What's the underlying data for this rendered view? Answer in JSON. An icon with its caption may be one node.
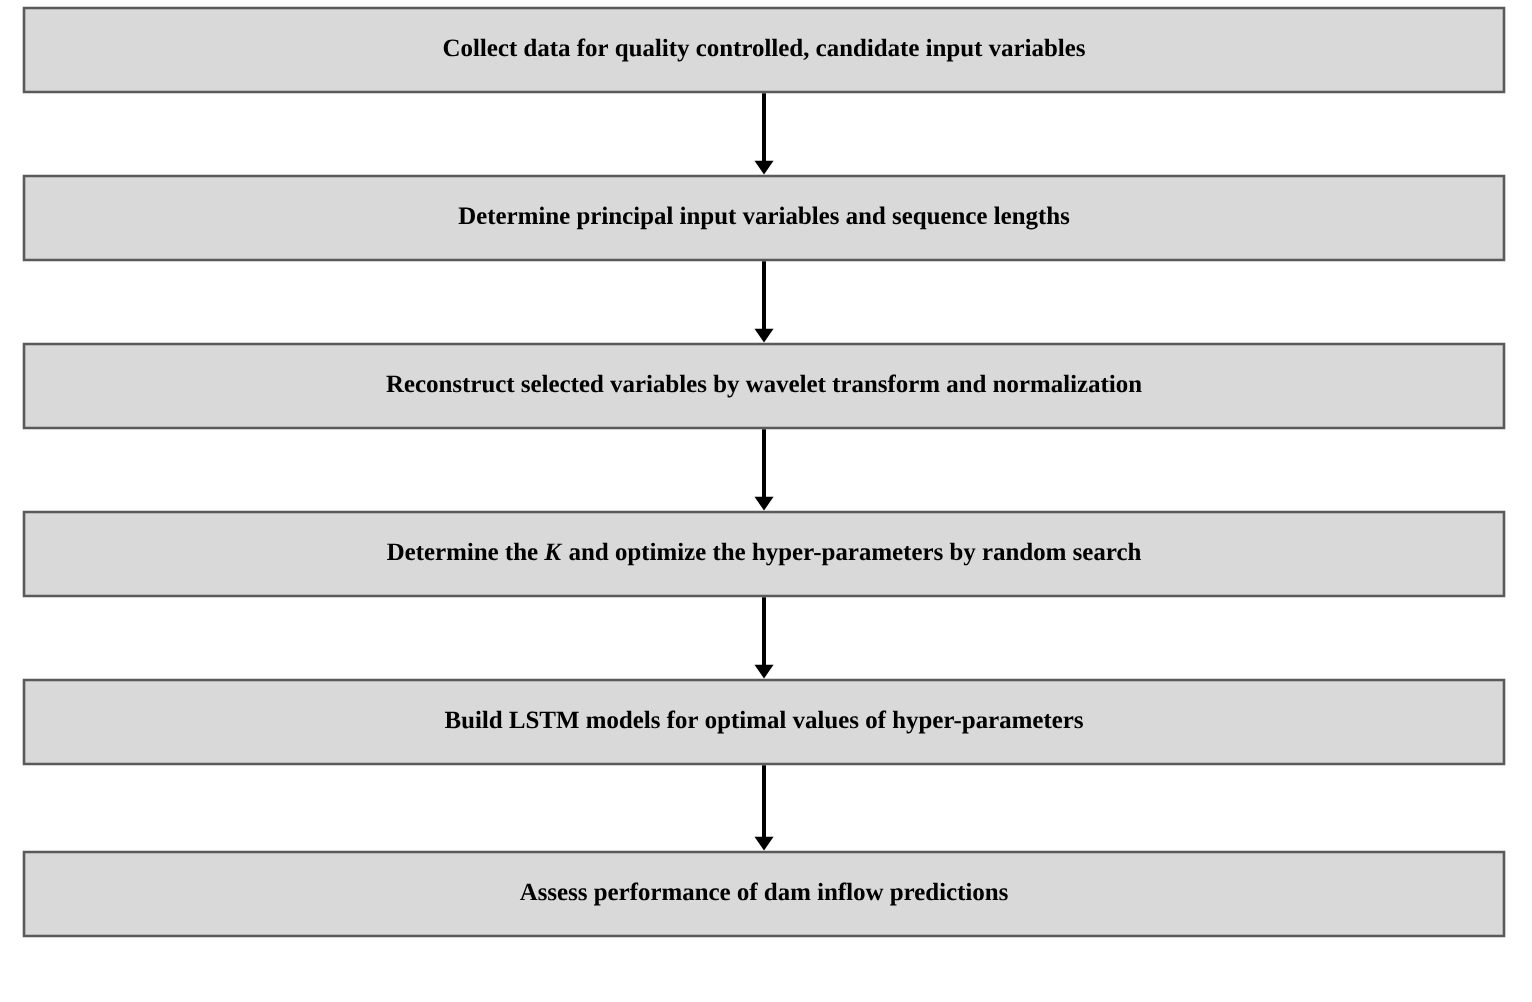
{
  "diagram": {
    "nodes": [
      {
        "text": [
          "Collect data for quality controlled, candidate input variables"
        ]
      },
      {
        "text": [
          "Determine principal input variables and sequence lengths"
        ]
      },
      {
        "text": [
          "Reconstruct selected variables by wavelet transform and normalization"
        ]
      },
      {
        "text": [
          "Determine the *K* and optimize the hyper-parameters by random search"
        ]
      },
      {
        "text": [
          "Build LSTM models for optimal values of hyper-parameters"
        ]
      },
      {
        "text": [
          "Assess performance of dam inflow predictions"
        ]
      }
    ],
    "edges": [
      {
        "from": 0,
        "to": 1,
        "arrow": "to"
      },
      {
        "from": 1,
        "to": 2,
        "arrow": "to"
      },
      {
        "from": 2,
        "to": 3,
        "arrow": "to"
      },
      {
        "from": 3,
        "to": 4,
        "arrow": "to"
      },
      {
        "from": 4,
        "to": 5,
        "arrow": "to"
      }
    ]
  }
}
